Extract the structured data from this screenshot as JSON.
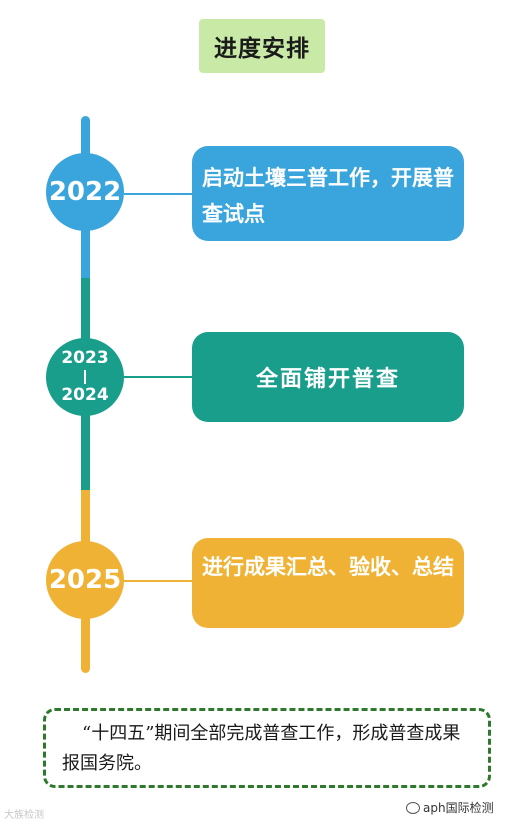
{
  "title": "进度安排",
  "timeline": [
    {
      "year": "2022",
      "text": "启动土壤三普工作，开展普查试点",
      "color": "#3aa4dc"
    },
    {
      "year_start": "2023",
      "year_end": "2024",
      "text": "全面铺开普查",
      "color": "#1a9e8c"
    },
    {
      "year": "2025",
      "text": "进行成果汇总、验收、总结",
      "color": "#f0b234"
    }
  ],
  "note": "“十四五”期间全部完成普查工作，形成普查成果报国务院。",
  "watermark_left": "大族检测",
  "watermark_right": "aph国际检测",
  "colors": {
    "title_bg": "#c8eaa6",
    "note_border": "#2d7a2d"
  }
}
